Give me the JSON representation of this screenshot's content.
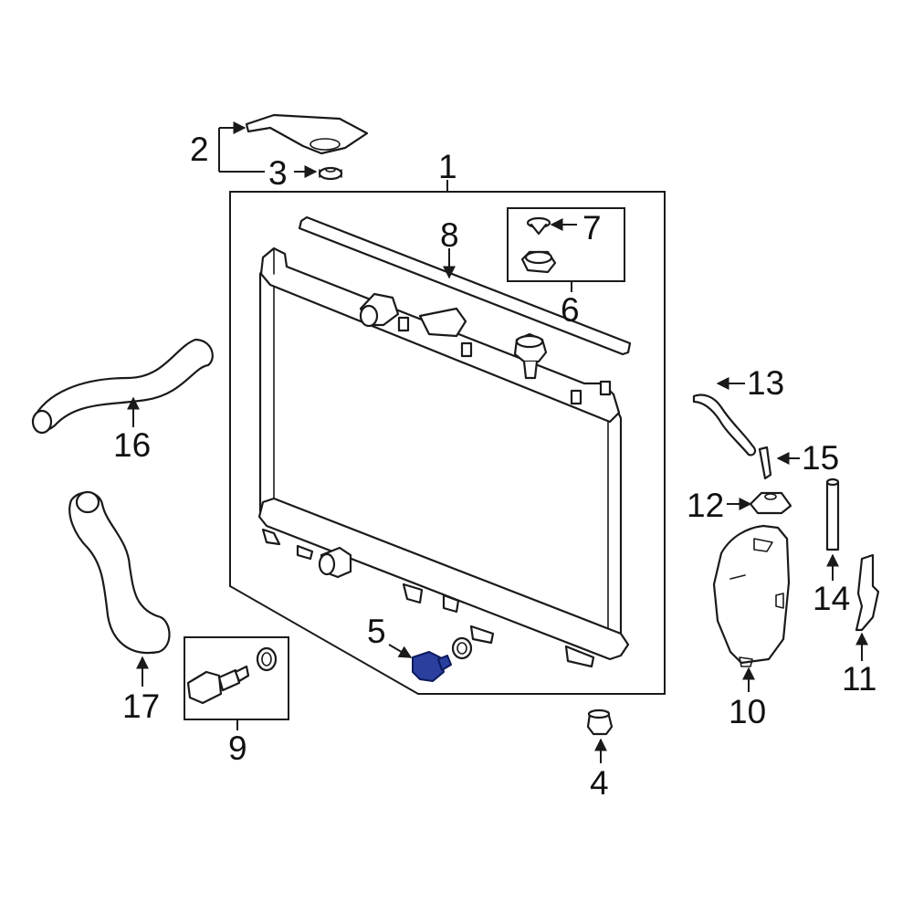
{
  "diagram": {
    "callouts": [
      {
        "id": "c1",
        "label": "1"
      },
      {
        "id": "c2",
        "label": "2"
      },
      {
        "id": "c3",
        "label": "3"
      },
      {
        "id": "c4",
        "label": "4"
      },
      {
        "id": "c5",
        "label": "5"
      },
      {
        "id": "c6",
        "label": "6"
      },
      {
        "id": "c7",
        "label": "7"
      },
      {
        "id": "c8",
        "label": "8"
      },
      {
        "id": "c9",
        "label": "9"
      },
      {
        "id": "c10",
        "label": "10"
      },
      {
        "id": "c11",
        "label": "11"
      },
      {
        "id": "c12",
        "label": "12"
      },
      {
        "id": "c13",
        "label": "13"
      },
      {
        "id": "c14",
        "label": "14"
      },
      {
        "id": "c15",
        "label": "15"
      },
      {
        "id": "c16",
        "label": "16"
      },
      {
        "id": "c17",
        "label": "17"
      }
    ],
    "colors": {
      "line": "#1a1a1a",
      "highlight_fill": "#2a3f9e",
      "highlight_stroke": "#0d1a5c",
      "background": "#ffffff"
    }
  }
}
